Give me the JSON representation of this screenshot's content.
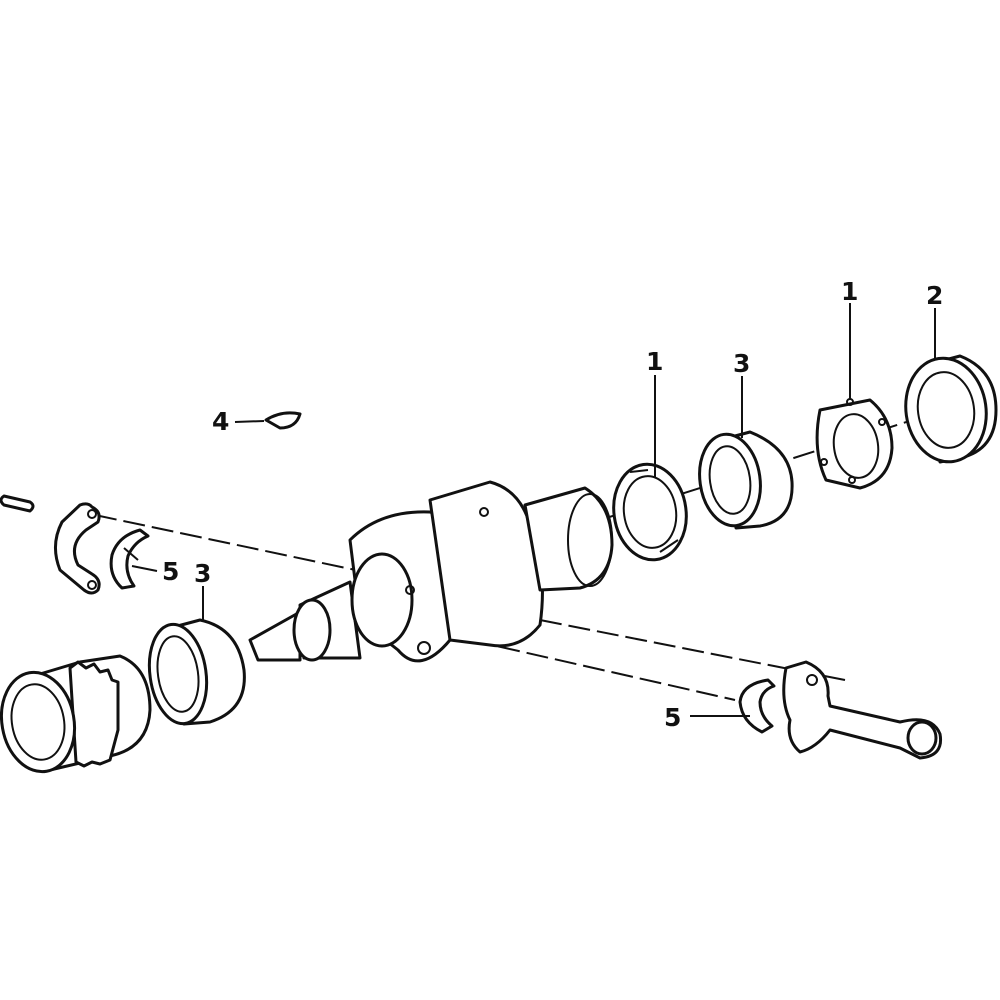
{
  "diagram": {
    "callouts": [
      {
        "id": "callout-1-left",
        "label": "1"
      },
      {
        "id": "callout-3-mid",
        "label": "3"
      },
      {
        "id": "callout-1-right",
        "label": "1"
      },
      {
        "id": "callout-2",
        "label": "2"
      },
      {
        "id": "callout-4",
        "label": "4"
      },
      {
        "id": "callout-5-left",
        "label": "5"
      },
      {
        "id": "callout-3-left",
        "label": "3"
      },
      {
        "id": "callout-5-right",
        "label": "5"
      }
    ],
    "colors": {
      "line": "#111111",
      "background": "#ffffff"
    },
    "parts": [
      "crankshaft",
      "thrust-washer",
      "main-bearing-shell",
      "flange-plate",
      "radial-shaft-seal",
      "woodruff-key",
      "bearing-cap",
      "connecting-rod-bearing-shell",
      "sprocket-sleeve",
      "connecting-rod",
      "dowel-pin"
    ]
  }
}
